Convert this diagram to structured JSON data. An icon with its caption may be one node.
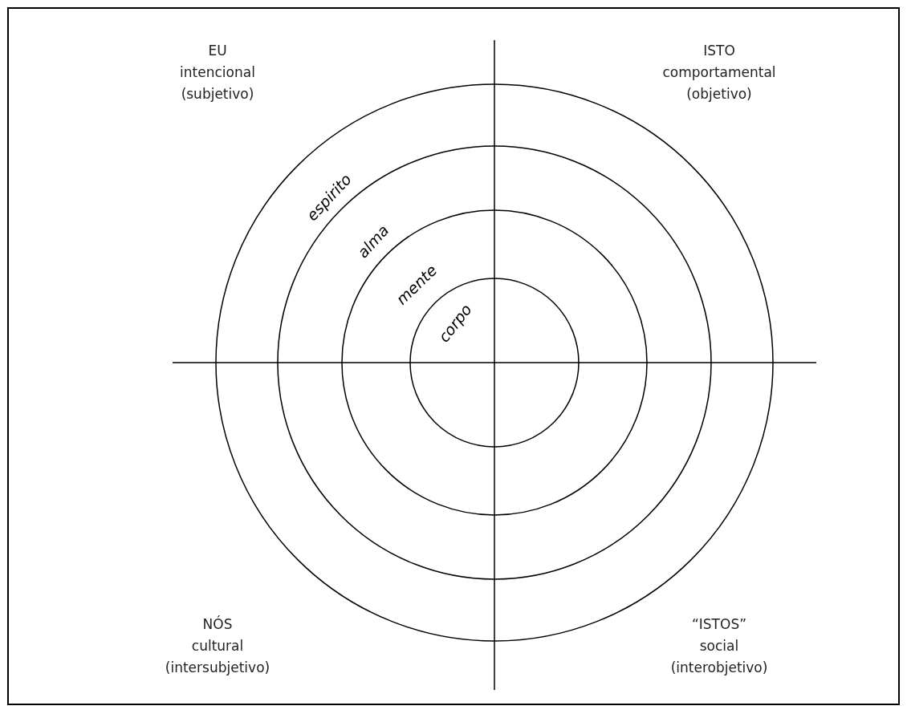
{
  "diagram": {
    "labels": [
      "EU",
      "intencional",
      "(subjetivo)",
      "ISTO",
      "comportamental",
      "(objetivo)",
      "espirito",
      "alma",
      "mente",
      "corpo",
      "NÓS",
      "cultural",
      "(intersubjetivo)",
      "“ISTOS”",
      "social",
      "(interobjetivo)"
    ]
  }
}
